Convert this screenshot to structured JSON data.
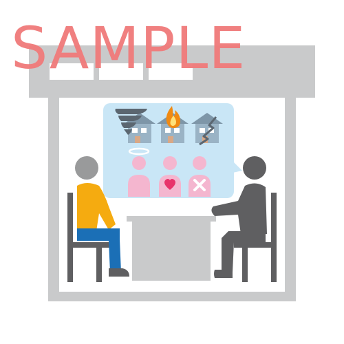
{
  "watermark": {
    "text": "SAMPLE",
    "color": "#f07a7a"
  },
  "colors": {
    "building_gray": "#c9cacb",
    "bubble_blue": "#c9e6f6",
    "person_gray": "#5f5f61",
    "shirt_yellow": "#f5ab10",
    "pants_blue": "#1b6fb6",
    "pink": "#f4b6cf",
    "heart_red": "#e8336b",
    "house_blue": "#9ab3c5",
    "fire_orange": "#f08a12"
  },
  "icons": [
    "shop-building",
    "tornado-icon",
    "fire-icon",
    "earthquake-crack-icon",
    "angel-halo-icon",
    "heart-icon",
    "cross-icon",
    "consultant-person",
    "client-person",
    "desk",
    "chair"
  ]
}
